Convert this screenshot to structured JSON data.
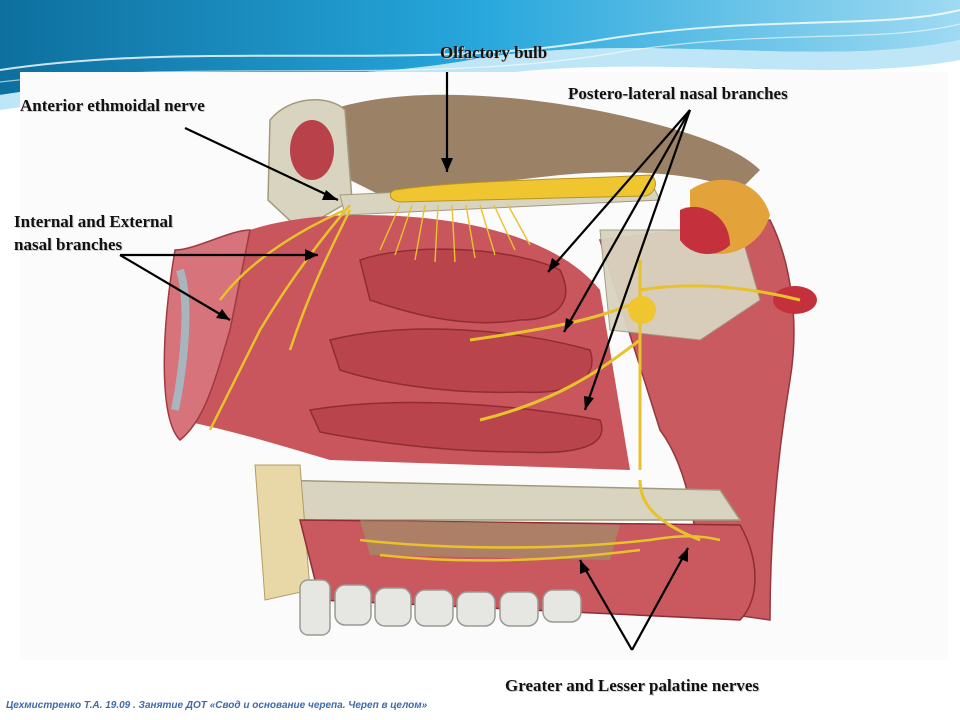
{
  "labels": {
    "olfactory_bulb": "Olfactory bulb",
    "anterior_ethmoidal_nerve": "Anterior ethmoidal nerve",
    "postero_lateral_nasal_branches": "Postero-lateral nasal branches",
    "internal_external_line1": "Internal and External",
    "internal_external_line2": "nasal branches",
    "palatine_nerves": "Greater and Lesser palatine nerves"
  },
  "footer": {
    "credit": "Цехмистренко Т.А. 19.09 . Занятие ДОТ «Свод  и основание черепа. Череп в целом»"
  },
  "colors": {
    "header_blue": "#1b97cf",
    "header_light": "#bfe6f6",
    "mucosa": "#c8565c",
    "nerve": "#e8c22c",
    "bone": "#d9d4bf",
    "footer_text": "#3f6aa8"
  },
  "illustration": {
    "subject": "sagittal-section-nasal-cavity-innervation"
  }
}
